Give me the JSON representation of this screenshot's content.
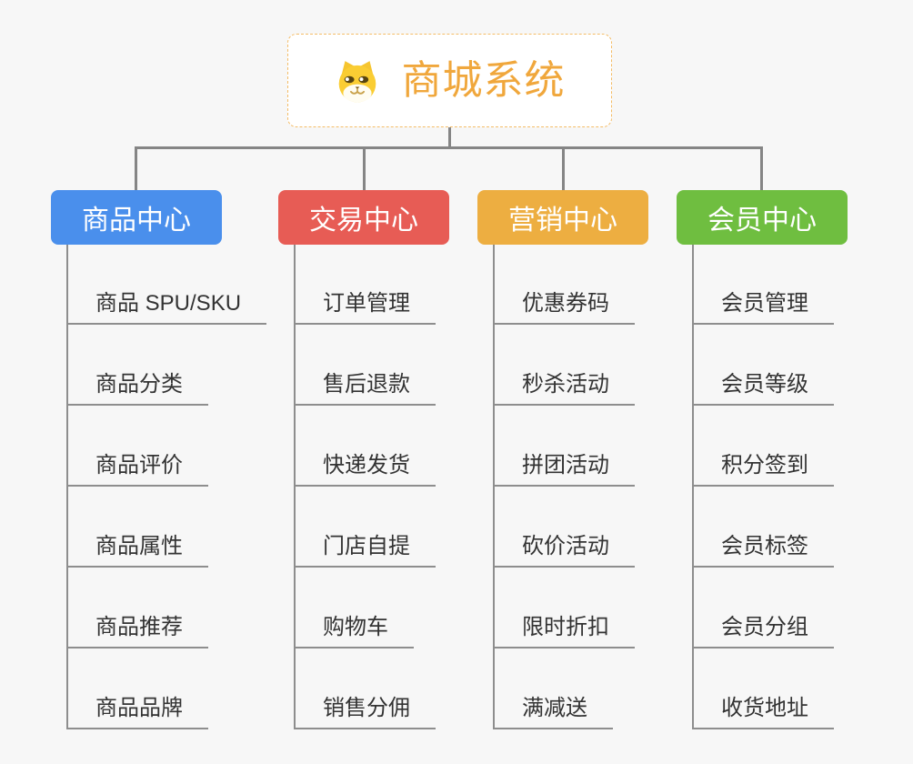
{
  "root": {
    "title": "商城系统",
    "icon": "doge-face-icon",
    "accent": "#F0A73C"
  },
  "branches": [
    {
      "label": "商品中心",
      "color": "#4A8FEC",
      "items": [
        "商品 SPU/SKU",
        "商品分类",
        "商品评价",
        "商品属性",
        "商品推荐",
        "商品品牌"
      ]
    },
    {
      "label": "交易中心",
      "color": "#E75C55",
      "items": [
        "订单管理",
        "售后退款",
        "快递发货",
        "门店自提",
        "购物车",
        "销售分佣"
      ]
    },
    {
      "label": "营销中心",
      "color": "#EDAE41",
      "items": [
        "优惠券码",
        "秒杀活动",
        "拼团活动",
        "砍价活动",
        "限时折扣",
        "满减送"
      ]
    },
    {
      "label": "会员中心",
      "color": "#6FBE40",
      "items": [
        "会员管理",
        "会员等级",
        "积分签到",
        "会员标签",
        "会员分组",
        "收货地址"
      ]
    }
  ],
  "palette": {
    "background": "#F7F7F7",
    "connector_line": "#858585",
    "child_line": "#8E8E8E",
    "child_text": "#333333",
    "root_border": "#F4BC66",
    "root_background": "#FFFFFF"
  }
}
